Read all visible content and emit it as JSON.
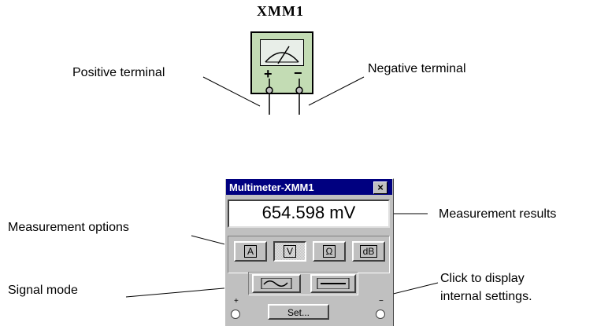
{
  "symbol": {
    "name": "XMM1",
    "positive_sign": "+",
    "negative_sign": "−"
  },
  "annotations": {
    "positive_terminal": "Positive terminal",
    "negative_terminal": "Negative terminal",
    "measurement_options": "Measurement options",
    "measurement_results": "Measurement results",
    "signal_mode": "Signal mode",
    "settings_line1": "Click to display",
    "settings_line2": "internal settings."
  },
  "window": {
    "title": "Multimeter-XMM1",
    "close_label": "×",
    "display_value": "654.598 mV",
    "options": [
      {
        "label": "A",
        "icon": "ammeter",
        "pressed": false
      },
      {
        "label": "V",
        "icon": "voltmeter",
        "pressed": true
      },
      {
        "label": "Ω",
        "icon": "ohmmeter",
        "pressed": false
      },
      {
        "label": "dB",
        "icon": "decibel",
        "pressed": false
      }
    ],
    "signal_modes": [
      {
        "icon": "sine-wave-icon",
        "mode": "AC",
        "pressed": false
      },
      {
        "icon": "dc-line-icon",
        "mode": "DC",
        "pressed": false
      }
    ],
    "set_label": "Set...",
    "plus_sign": "+",
    "minus_sign": "−"
  },
  "colors": {
    "titlebar": "#000080",
    "window_face": "#c0c0c0",
    "meter_body": "#c3dcb4"
  }
}
